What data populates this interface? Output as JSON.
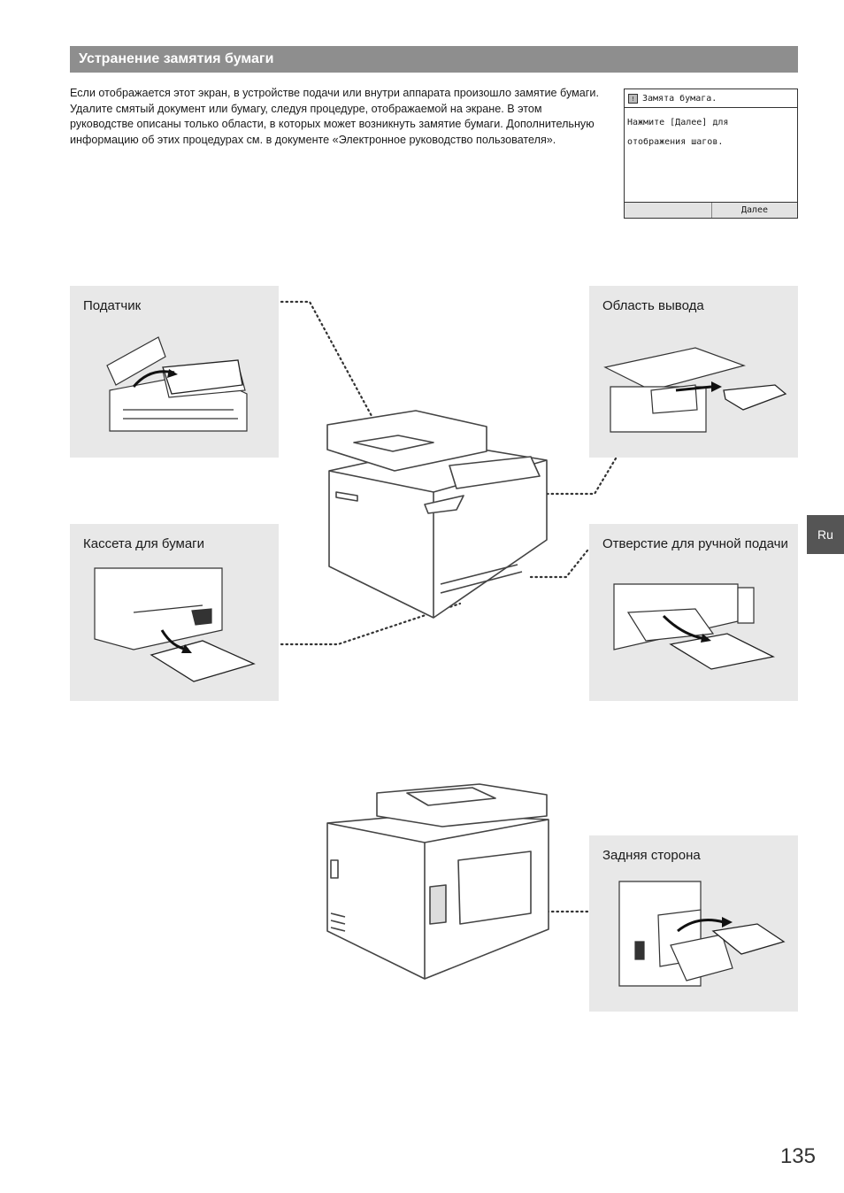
{
  "section": {
    "title": "Устранение замятия бумаги"
  },
  "intro": {
    "text": "Если отображается этот экран, в устройстве подачи или внутри аппарата произошло замятие бумаги. Удалите смятый документ или бумагу, следуя процедуре, отображаемой на экране. В этом руководстве описаны только области, в которых может возникнуть замятие бумаги. Дополнительную информацию об этих процедурах см. в документе «Электронное руководство пользователя»."
  },
  "lcd": {
    "title": "Замята бумага.",
    "line1": "Нажмите [Далее] для",
    "line2": "отображения шагов.",
    "next_label": "Далее"
  },
  "panels": {
    "feeder": "Податчик",
    "output": "Область вывода",
    "cassette": "Кассета для бумаги",
    "manual": "Отверстие для ручной подачи",
    "rear": "Задняя сторона"
  },
  "lang_tab": "Ru",
  "page_number": "135",
  "colors": {
    "bar": "#8e8e8e",
    "panel": "#e8e8e8",
    "tab": "#555555"
  }
}
